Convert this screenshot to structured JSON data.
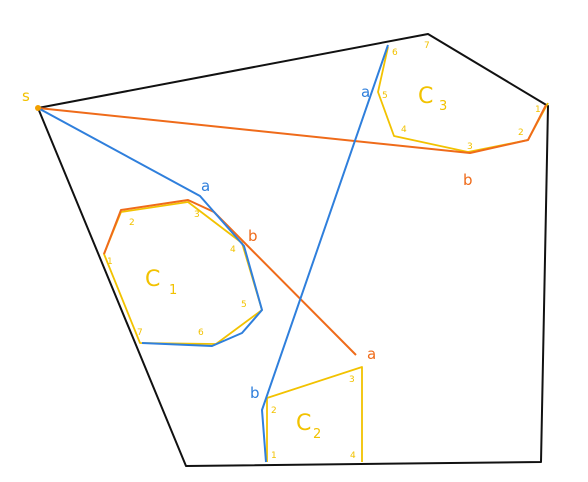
{
  "colors": {
    "boundary": "#111111",
    "polygon": "#f2c200",
    "orange_path": "#ef6b1a",
    "blue_path": "#2f7fdc",
    "start_point": "#f2a000"
  },
  "labels": {
    "start": "s",
    "c1": {
      "letter": "C",
      "sub": "1"
    },
    "c2": {
      "letter": "C",
      "sub": "2"
    },
    "c3": {
      "letter": "C",
      "sub": "3"
    },
    "c1_vertices": [
      "1",
      "2",
      "3",
      "4",
      "5",
      "6",
      "7"
    ],
    "c2_vertices": [
      "1",
      "2",
      "3",
      "4"
    ],
    "c3_vertices": [
      "1",
      "2",
      "3",
      "4",
      "5",
      "6",
      "7"
    ],
    "c1_a": "a",
    "c1_b": "b",
    "c2_a": "a",
    "c2_b": "b",
    "c3_a": "a",
    "c3_b": "b"
  }
}
